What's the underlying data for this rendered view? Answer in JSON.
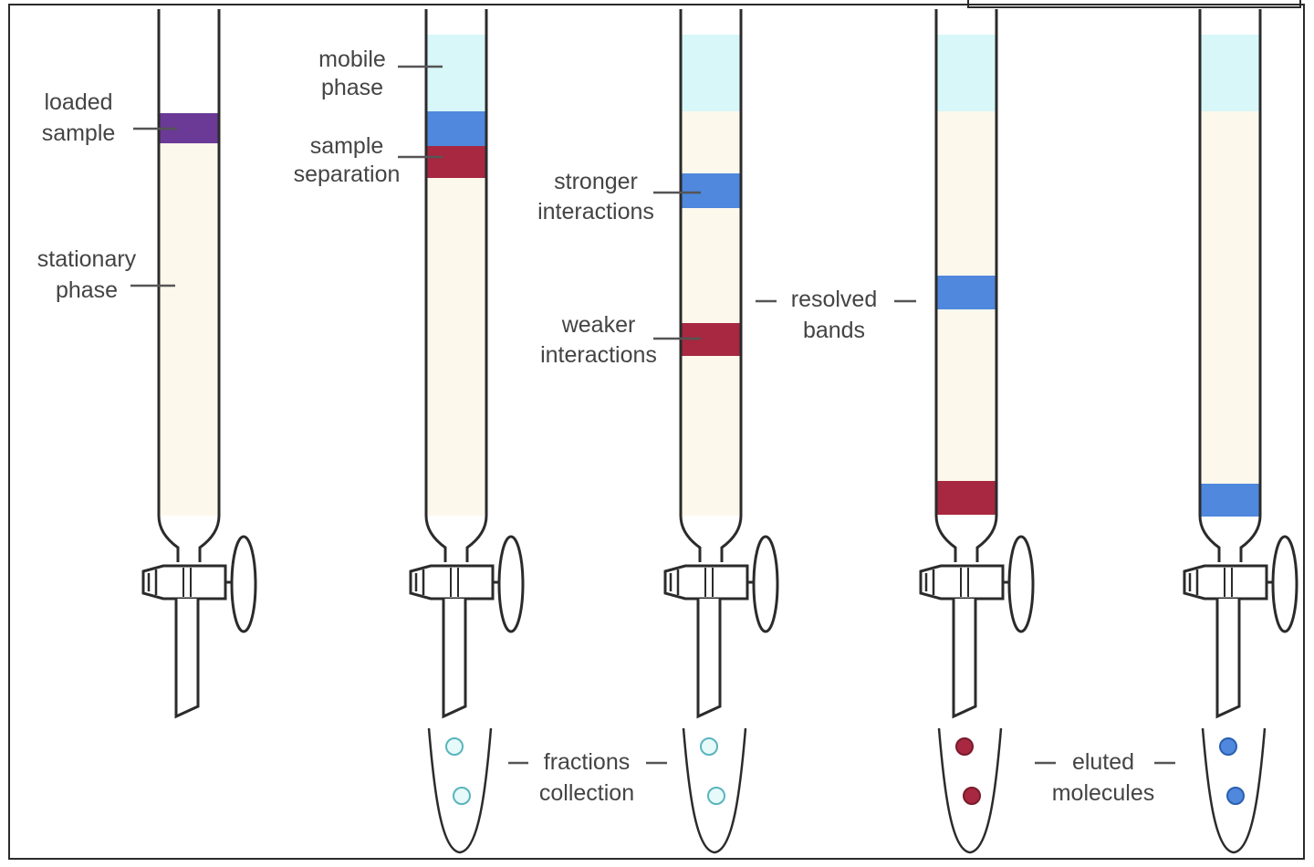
{
  "colors": {
    "glass_stroke": "#2b2b2b",
    "stationary_phase": "#fdf8ec",
    "mobile_phase": "#d8f7f9",
    "loaded_sample": "#6a3a96",
    "blue_band": "#4f88dc",
    "red_band": "#a72840",
    "light_droplet": "#e6fafa",
    "label_text": "#444444"
  },
  "labels": {
    "loaded_sample": [
      "loaded",
      "sample"
    ],
    "stationary_phase": [
      "stationary",
      "phase"
    ],
    "mobile_phase": [
      "mobile",
      "phase"
    ],
    "sample_separation": [
      "sample",
      "separation"
    ],
    "stronger_interactions": [
      "stronger",
      "interactions"
    ],
    "weaker_interactions": [
      "weaker",
      "interactions"
    ],
    "resolved_bands": [
      "resolved",
      "bands"
    ],
    "fractions_collection": [
      "fractions",
      "collection"
    ],
    "eluted_molecules": [
      "eluted",
      "molecules"
    ]
  },
  "columns": [
    {
      "stage": "loaded",
      "mobile_phase": false,
      "bands": [
        "purple"
      ],
      "tube": null
    },
    {
      "stage": "separating",
      "mobile_phase": true,
      "bands": [
        "blue",
        "red"
      ],
      "tube": "clear"
    },
    {
      "stage": "resolved",
      "mobile_phase": true,
      "bands": [
        "blue",
        "red"
      ],
      "tube": "clear"
    },
    {
      "stage": "eluting",
      "mobile_phase": true,
      "bands": [
        "blue",
        "red"
      ],
      "tube": "red"
    },
    {
      "stage": "eluted",
      "mobile_phase": true,
      "bands": [
        "blue"
      ],
      "tube": "blue"
    }
  ]
}
